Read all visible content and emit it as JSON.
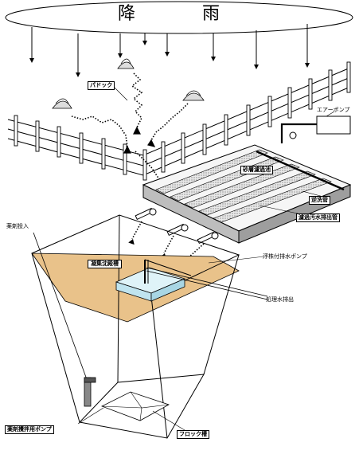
{
  "rain": {
    "char1": "降",
    "char2": "雨"
  },
  "labels": {
    "paddock": "パドック",
    "air_pump": "エアーポンプ",
    "sand_filter": "砂層濾過池",
    "backwash_pipe": "逆洗管",
    "filtrate_drain_pipe": "濾過汚水排出管",
    "flocculant_input": "薬剤投入",
    "settling_tank": "凝集沈殿槽",
    "float_drain_pump": "浮株付排水ポンプ",
    "treated_water_discharge": "処理水排出",
    "chemical_mix_pump": "薬剤攪拌用ポンプ",
    "floc_tank": "フロック槽"
  }
}
